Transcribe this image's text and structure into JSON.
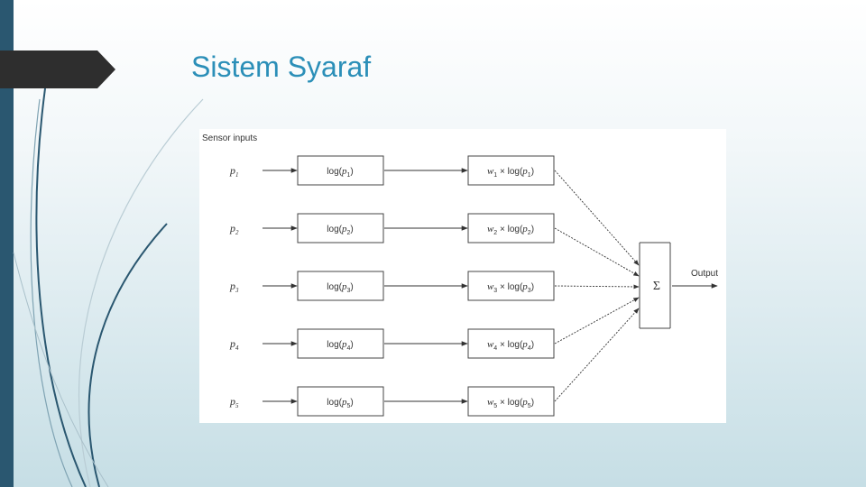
{
  "slide": {
    "title": "Sistem Syaraf"
  },
  "diagram": {
    "header": "Sensor inputs",
    "inputs": [
      {
        "p": "p",
        "idx": "1",
        "log_fn": "log(",
        "log_var": "p",
        "w": "w",
        "times": " × log(",
        "close": ")"
      },
      {
        "p": "p",
        "idx": "2",
        "log_fn": "log(",
        "log_var": "p",
        "w": "w",
        "times": " × log(",
        "close": ")"
      },
      {
        "p": "p",
        "idx": "3",
        "log_fn": "log(",
        "log_var": "p",
        "w": "w",
        "times": " × log(",
        "close": ")"
      },
      {
        "p": "p",
        "idx": "4",
        "log_fn": "log(",
        "log_var": "p",
        "w": "w",
        "times": " × log(",
        "close": ")"
      },
      {
        "p": "p",
        "idx": "5",
        "log_fn": "log(",
        "log_var": "p",
        "w": "w",
        "times": " × log(",
        "close": ")"
      }
    ],
    "sum_symbol": "Σ",
    "output_label": "Output"
  },
  "colors": {
    "left_bar": "#2a5770",
    "title_tab": "#2e2e2e",
    "title_text": "#2b8fb8"
  }
}
